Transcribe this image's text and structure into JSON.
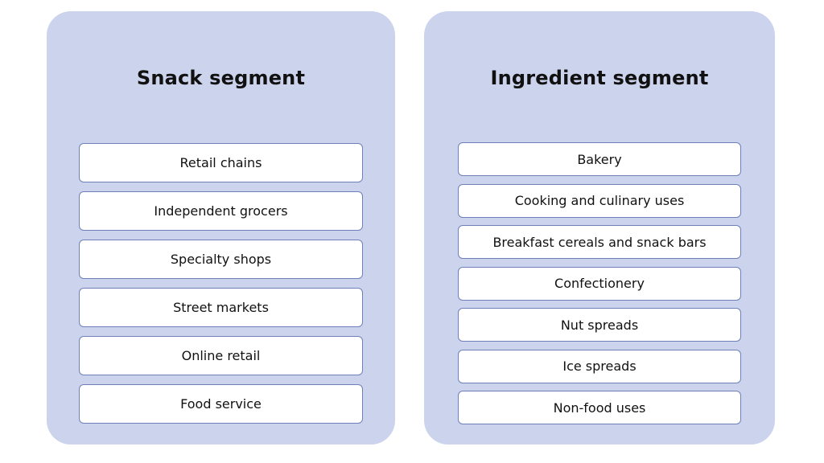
{
  "colors": {
    "panel_bg": "#ccd3ec",
    "node_bg": "#ffffff",
    "node_border": "#6e80ba",
    "text": "#111111",
    "page_bg": "#ffffff"
  },
  "panels": [
    {
      "title": "Snack segment",
      "items": [
        "Retail chains",
        "Independent grocers",
        "Specialty shops",
        "Street markets",
        "Online retail",
        "Food service"
      ]
    },
    {
      "title": "Ingredient segment",
      "items": [
        "Bakery",
        "Cooking and culinary uses",
        "Breakfast cereals and snack bars",
        "Confectionery",
        "Nut spreads",
        "Ice spreads",
        "Non-food uses"
      ]
    }
  ]
}
